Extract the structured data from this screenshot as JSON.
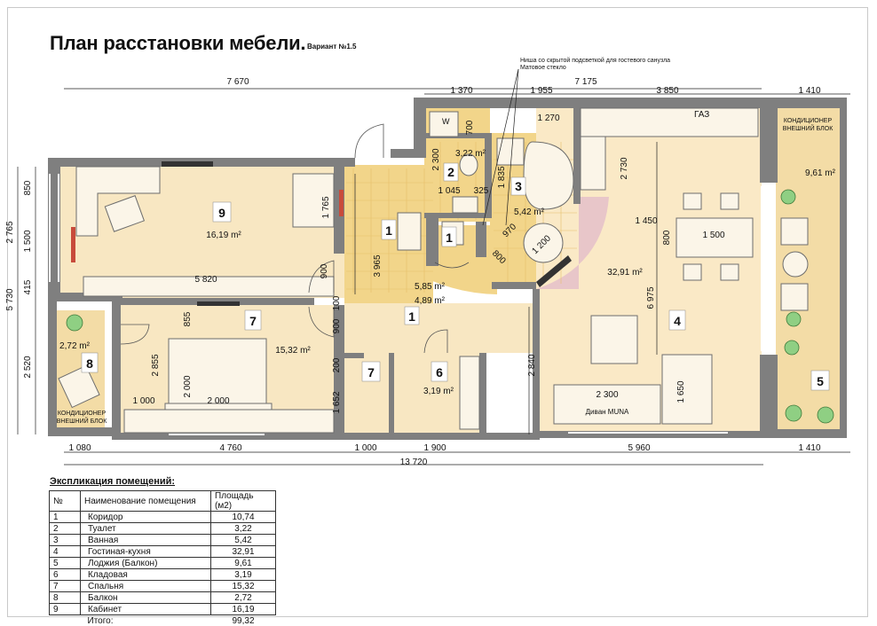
{
  "title": "План расстановки мебели.",
  "subtitle": "Вариант №1.5",
  "annotation": {
    "line1": "Ниша со  скрытой подсветкой для гостевого санузла",
    "line2": "Матовое стекло"
  },
  "colors": {
    "wall": "#7f7f7f",
    "floor_warm": "#f8e7c2",
    "floor_tile": "#f2d58a",
    "balcony": "#f3dca6",
    "living": "#fae9c6",
    "pink_arc": "#e8c6c9",
    "dim_line": "#222222"
  },
  "dimensions": {
    "top_overall": [
      "7 670",
      "7 175"
    ],
    "top_detail": [
      "1 370",
      "1 955",
      "3 850",
      "1 410"
    ],
    "bottom_detail": [
      "1 080",
      "4 760",
      "1 000",
      "1 900",
      "5 960",
      "1 410"
    ],
    "bottom_overall": "13 720",
    "left_outer": "5 730",
    "left_inner": [
      "850",
      "1 500",
      "415",
      "2 520"
    ],
    "left_mid": "2 765",
    "interior": [
      "700",
      "1 270",
      "2 300",
      "1 835",
      "1 045",
      "325",
      "1 765",
      "2 730",
      "1 450",
      "1 500",
      "800",
      "970",
      "800",
      "1 200",
      "3 965",
      "6 975",
      "5 820",
      "900",
      "855",
      "2 855",
      "2 000",
      "2 000",
      "1 000",
      "100",
      "900",
      "200",
      "1 652",
      "2 840",
      "2 300",
      "1 650"
    ]
  },
  "labels": {
    "gas": "ГАЗ",
    "wc": "W",
    "sofa": "Диван MUNA",
    "ac_top": [
      "КОНДИЦИОНЕР",
      "ВНЕШНИЙ БЛОК"
    ],
    "ac_bottom": [
      "КОНДИЦИОНЕР",
      "ВНЕШНИЙ БЛОК"
    ]
  },
  "rooms": [
    {
      "id": "9",
      "area": "16,19 m²"
    },
    {
      "id": "2",
      "area": "3,22 m²"
    },
    {
      "id": "3",
      "area": "5,42 m²"
    },
    {
      "id": "1",
      "area": "5,85 m²"
    },
    {
      "id": "1",
      "area": "4,89 m²"
    },
    {
      "id": "4",
      "area": "32,91 m²"
    },
    {
      "id": "5",
      "area": "9,61 m²"
    },
    {
      "id": "7",
      "area": "15,32 m²"
    },
    {
      "id": "8",
      "area": "2,72 m²"
    },
    {
      "id": "6",
      "area": "3,19 m²"
    }
  ],
  "explication": {
    "title": "Экспликация помещений:",
    "headers": [
      "№",
      "Наименование помещения",
      "Площадь (м2)"
    ],
    "rows": [
      [
        "1",
        "Коридор",
        "10,74"
      ],
      [
        "2",
        "Туалет",
        "3,22"
      ],
      [
        "3",
        "Ванная",
        "5,42"
      ],
      [
        "4",
        "Гостиная-кухня",
        "32,91"
      ],
      [
        "5",
        "Лоджия (Балкон)",
        "9,61"
      ],
      [
        "6",
        "Кладовая",
        "3,19"
      ],
      [
        "7",
        "Спальня",
        "15,32"
      ],
      [
        "8",
        "Балкон",
        "2,72"
      ],
      [
        "9",
        "Кабинет",
        "16,19"
      ]
    ],
    "total_label": "Итого:",
    "total_value": "99,32"
  }
}
